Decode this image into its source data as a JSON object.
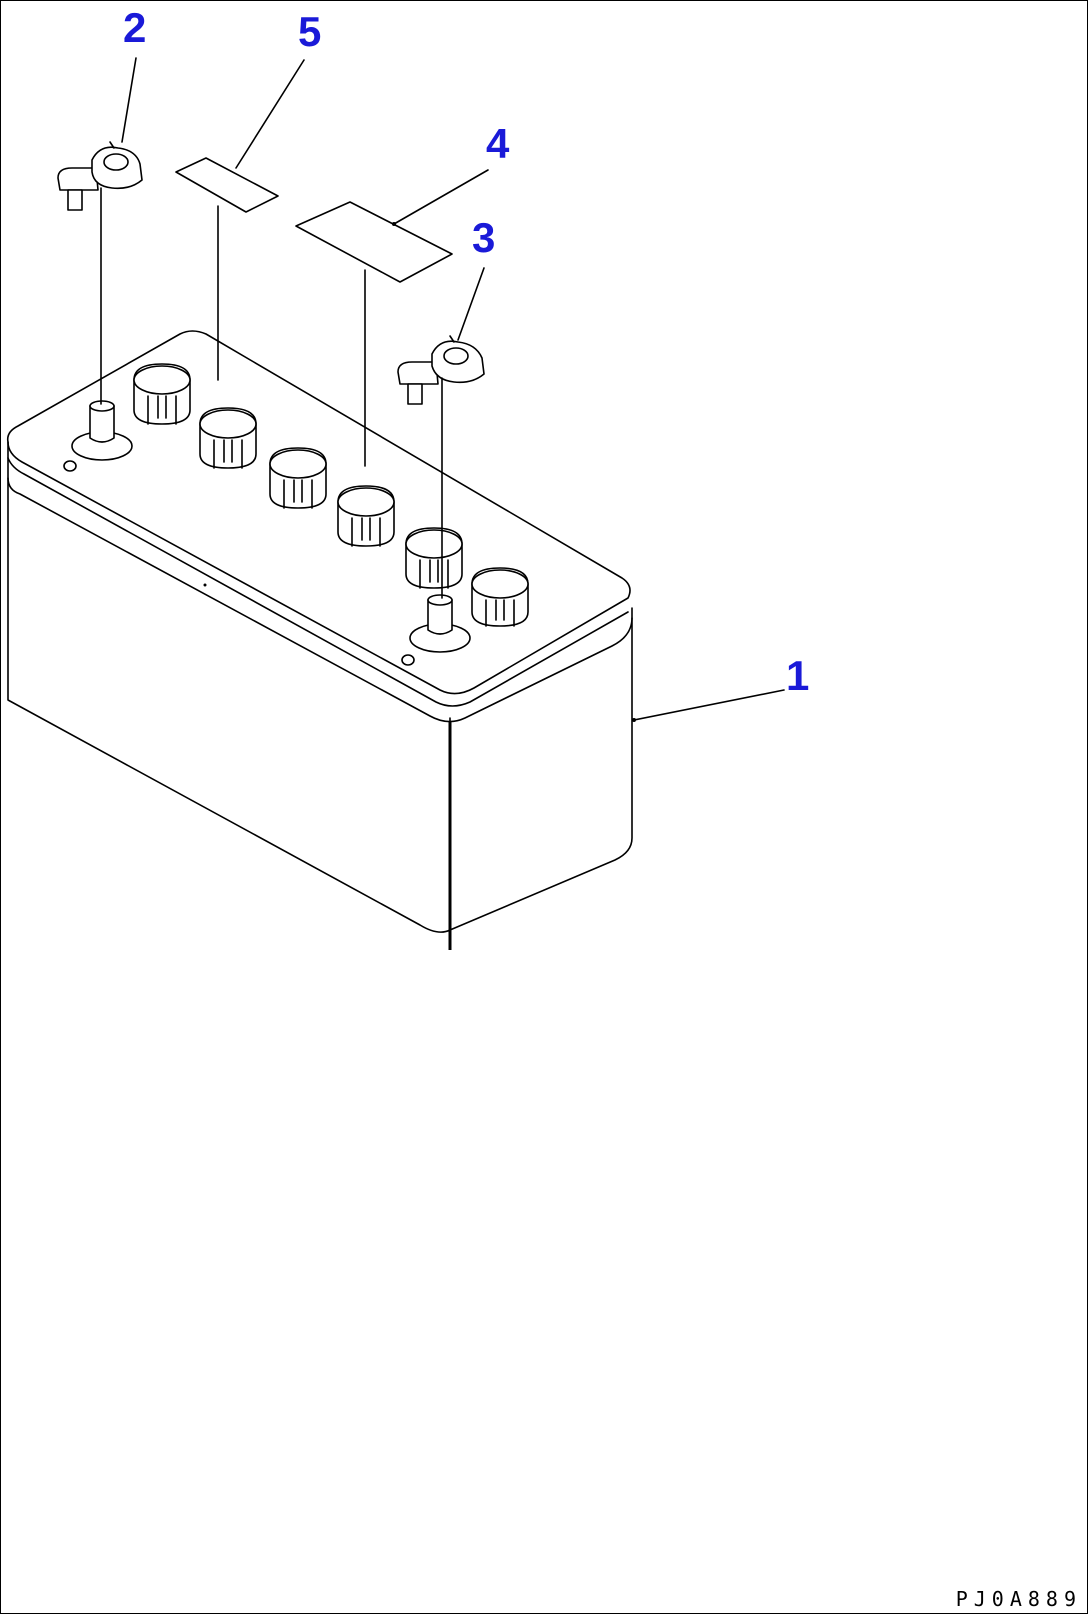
{
  "callouts": {
    "battery": "1",
    "terminal_a": "2",
    "terminal_b": "3",
    "label_large": "4",
    "label_small": "5"
  },
  "figure_code": "PJ0A889",
  "colors": {
    "callout": "#1a1ad8",
    "line": "#000000",
    "background": "#ffffff"
  }
}
